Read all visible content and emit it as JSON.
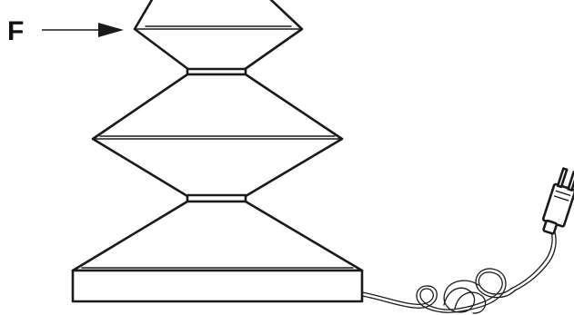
{
  "callout": {
    "letter": "F"
  },
  "colors": {
    "line": "#1a1a1a",
    "background": "#ffffff"
  },
  "icons": {
    "arrow": "right-arrow",
    "plug": "two-prong-plug"
  }
}
